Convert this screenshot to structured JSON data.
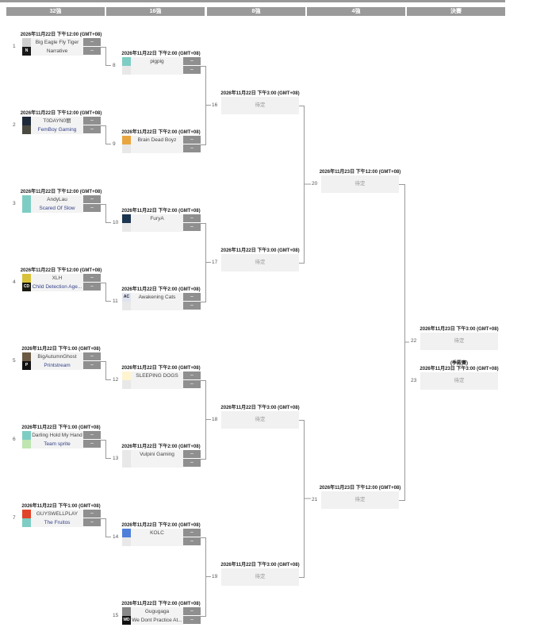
{
  "rounds": [
    "32強",
    "16強",
    "8強",
    "4強",
    "決賽"
  ],
  "score_placeholder": "–",
  "tbd_label": "待定",
  "round1": [
    {
      "id": "1",
      "date": "2026年11月22日 下午12:00 (GMT+08)",
      "teams": [
        {
          "name": "Big Eagle Fly Tiger",
          "logo": "#cfcfcf",
          "alt": false
        },
        {
          "name": "Narrative",
          "logo": "#1a1a1a",
          "mark": "N",
          "alt": false
        }
      ]
    },
    {
      "id": "2",
      "date": "2026年11月22日 下午12:00 (GMT+08)",
      "teams": [
        {
          "name": "T0DAYN0丽",
          "logo": "#1e2a3a",
          "alt": false
        },
        {
          "name": "FemBoy Gaming",
          "logo": "#4a4a40",
          "alt": true
        }
      ]
    },
    {
      "id": "3",
      "date": "2026年11月22日 下午12:00 (GMT+08)",
      "teams": [
        {
          "name": "AndyLau",
          "logo": "#7ecdc4",
          "alt": false
        },
        {
          "name": "Scared Of Slow",
          "logo": "#7ecdc4",
          "alt": true
        }
      ]
    },
    {
      "id": "4",
      "date": "2026年11月22日 下午12:00 (GMT+08)",
      "teams": [
        {
          "name": "XLH",
          "logo": "#d8c23a",
          "alt": false
        },
        {
          "name": "Child Detection Age...",
          "logo": "#1a1a10",
          "mark": "CD",
          "alt": true
        }
      ]
    },
    {
      "id": "5",
      "date": "2026年11月22日 下午1:00 (GMT+08)",
      "teams": [
        {
          "name": "BigAutumnGhost",
          "logo": "#6b5a44",
          "alt": false
        },
        {
          "name": "Printstream",
          "logo": "#111111",
          "mark": "P",
          "alt": true
        }
      ]
    },
    {
      "id": "6",
      "date": "2026年11月22日 下午1:00 (GMT+08)",
      "teams": [
        {
          "name": "Darling Hold My Hand",
          "logo": "#7ecdc4",
          "alt": false
        },
        {
          "name": "Team sprite",
          "logo": "#bfe5b0",
          "alt": true
        }
      ]
    },
    {
      "id": "7",
      "date": "2026年11月22日 下午1:00 (GMT+08)",
      "teams": [
        {
          "name": "GUYSWELLPLAY",
          "logo": "#e0442a",
          "alt": false
        },
        {
          "name": "The Fruitos",
          "logo": "#7ecdc4",
          "alt": true
        }
      ]
    }
  ],
  "round2": [
    {
      "id": "8",
      "date": "2026年11月22日 下午2:00 (GMT+08)",
      "team": {
        "name": "pigpig",
        "logo": "#7ecdc4"
      }
    },
    {
      "id": "9",
      "date": "2026年11月22日 下午2:00 (GMT+08)",
      "team": {
        "name": "Brain Dead Boyz",
        "logo": "#e9a640"
      }
    },
    {
      "id": "10",
      "date": "2026年11月22日 下午2:00 (GMT+08)",
      "team": {
        "name": "FuryA",
        "logo": "#1c3550"
      }
    },
    {
      "id": "11",
      "date": "2026年11月22日 下午2:00 (GMT+08)",
      "team": {
        "name": "Awakening Cats",
        "logo": "#dfe4ee",
        "mark": "AC"
      }
    },
    {
      "id": "12",
      "date": "2026年11月22日 下午2:00 (GMT+08)",
      "team": {
        "name": "SLEEPING DOGS",
        "logo": "#fff4d0"
      }
    },
    {
      "id": "13",
      "date": "2026年11月22日 下午2:00 (GMT+08)",
      "team": {
        "name": "Vulpini Gaming",
        "logo": "#e8e8e8"
      }
    },
    {
      "id": "14",
      "date": "2026年11月22日 下午2:00 (GMT+08)",
      "team": {
        "name": "KOLC",
        "logo": "#4f7fd8"
      }
    },
    {
      "id": "15",
      "date": "2026年11月22日 下午2:00 (GMT+08)",
      "team": {
        "name": "Gugugaga",
        "logo": "#888888"
      },
      "team2": {
        "name": "We Dont Practice At...",
        "logo": "#111111",
        "mark": "WD"
      }
    }
  ],
  "round3": [
    {
      "id": "16",
      "date": "2026年11月22日 下午3:00 (GMT+08)"
    },
    {
      "id": "17",
      "date": "2026年11月22日 下午3:00 (GMT+08)"
    },
    {
      "id": "18",
      "date": "2026年11月22日 下午3:00 (GMT+08)"
    },
    {
      "id": "19",
      "date": "2026年11月22日 下午3:00 (GMT+08)"
    }
  ],
  "round4": [
    {
      "id": "20",
      "date": "2026年11月23日 下午12:00 (GMT+08)"
    },
    {
      "id": "21",
      "date": "2026年11月23日 下午12:00 (GMT+08)"
    }
  ],
  "final": [
    {
      "id": "22",
      "date": "2026年11月23日 下午3:00 (GMT+08)"
    },
    {
      "id": "23",
      "subtitle": "(季殿賽)",
      "date": "2026年11月23日 下午3:00 (GMT+08)"
    }
  ]
}
